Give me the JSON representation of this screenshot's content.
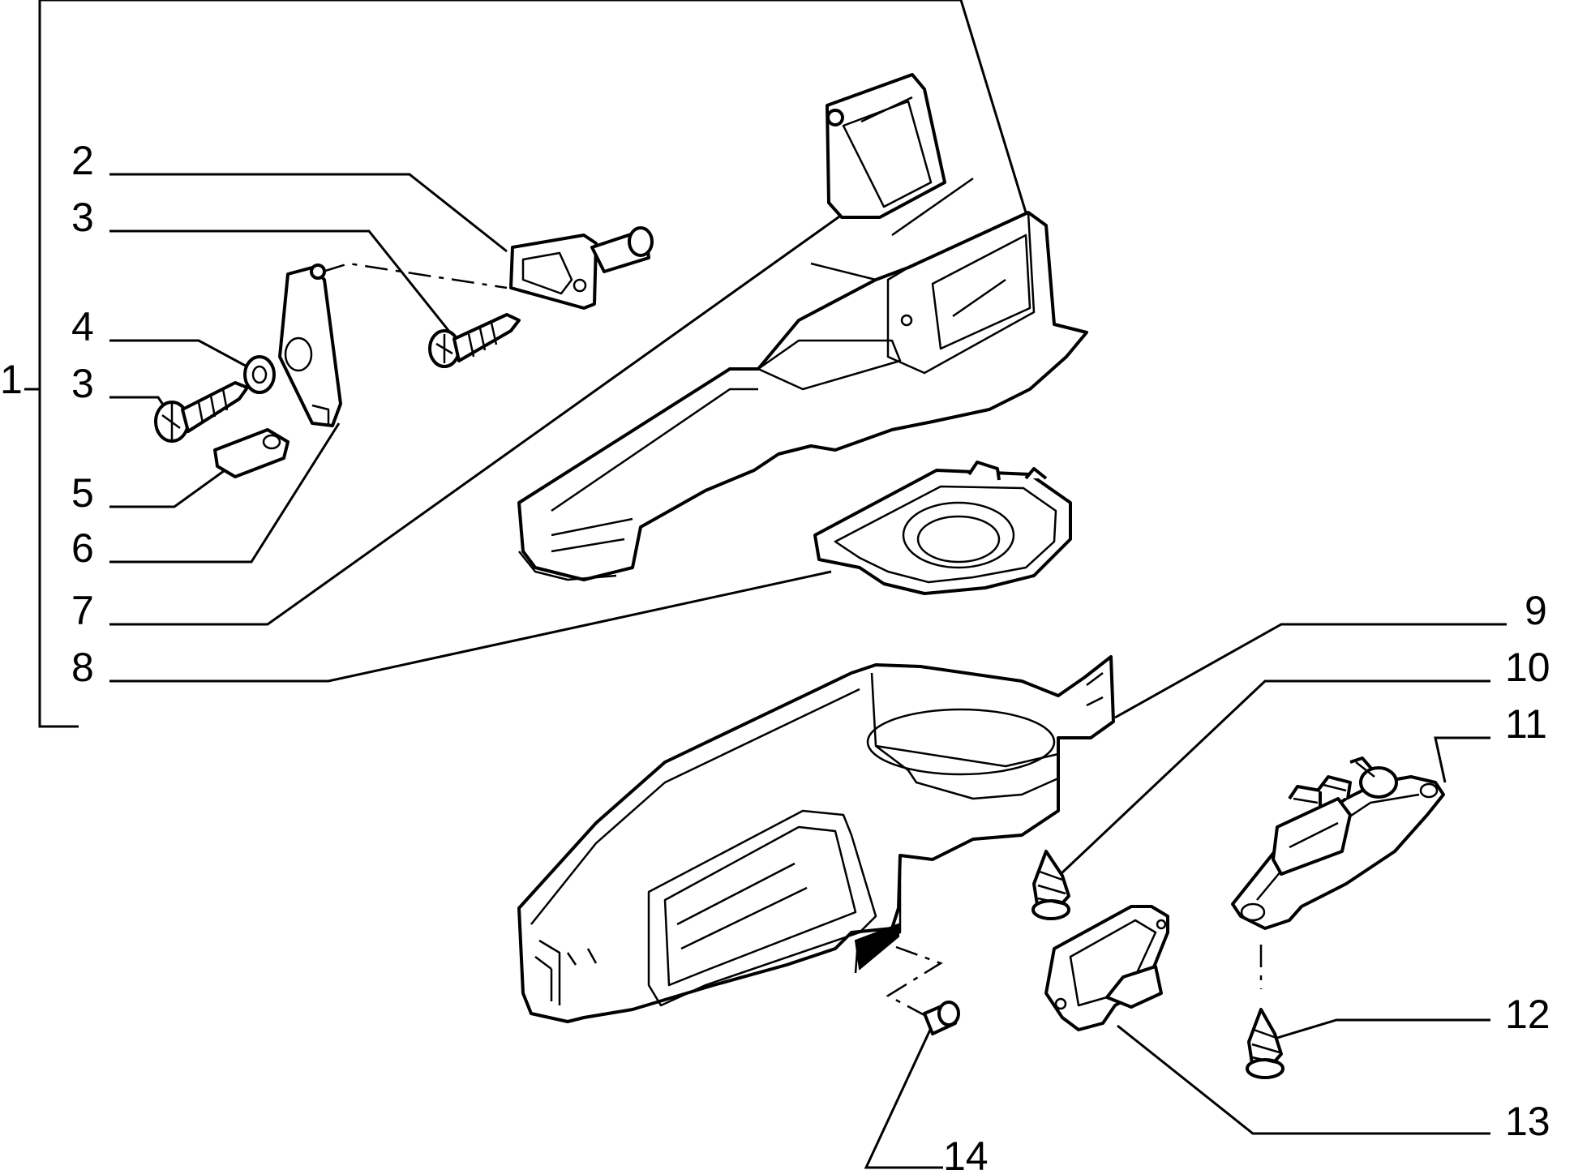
{
  "callouts": [
    "1",
    "2",
    "3",
    "3",
    "4",
    "5",
    "6",
    "7",
    "8",
    "9",
    "10",
    "11",
    "12",
    "13",
    "14"
  ],
  "icons": {
    "upper_housing": "heater-upper-housing-icon",
    "lower_housing": "blower-lower-housing-icon",
    "flap_frame": "flap-frame-icon",
    "fan_cover": "fan-cover-plate-icon",
    "resistor": "blower-resistor-icon",
    "module": "control-module-icon",
    "screw": "screw-icon",
    "lever": "lever-icon",
    "bracket": "bracket-icon",
    "nut": "nut-icon",
    "clip": "spring-clip-icon",
    "bushing": "bushing-icon"
  }
}
